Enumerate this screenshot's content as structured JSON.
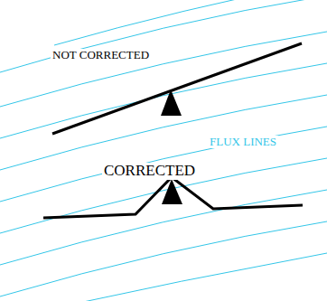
{
  "diagram": {
    "labels": [
      "NOT CORRECTED",
      "CORRECTED",
      "FLUX LINES"
    ]
  }
}
